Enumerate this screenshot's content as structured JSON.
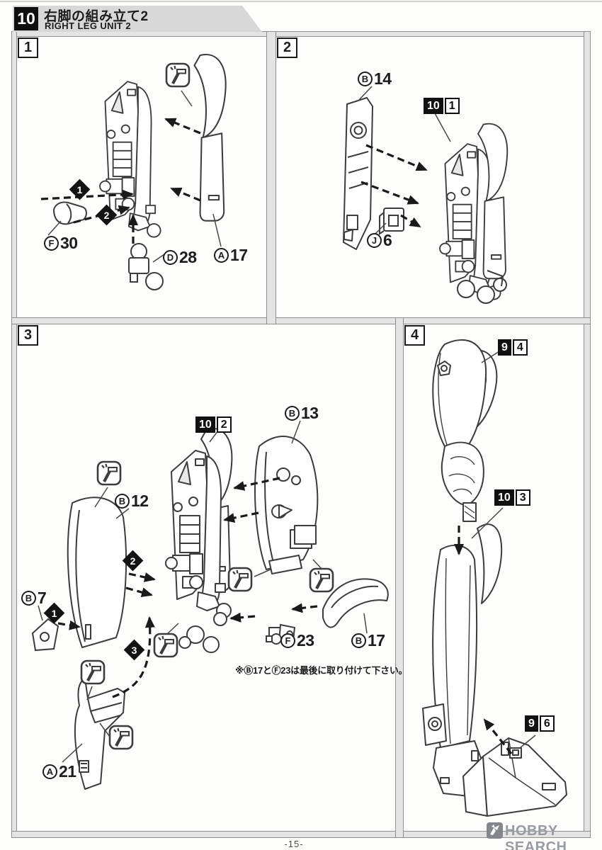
{
  "header": {
    "step_no": "10",
    "title_jp": "右脚の組み立て2",
    "title_en": "RIGHT LEG UNIT 2"
  },
  "panels": [
    {
      "no": "1",
      "parts": [
        {
          "letter": "F",
          "num": "30"
        },
        {
          "letter": "D",
          "num": "28"
        },
        {
          "letter": "A",
          "num": "17"
        }
      ],
      "markers": [
        "1",
        "2"
      ]
    },
    {
      "no": "2",
      "badge": {
        "step": "10",
        "sub": "1"
      },
      "parts": [
        {
          "letter": "B",
          "num": "14"
        },
        {
          "letter": "J",
          "num": "6"
        }
      ]
    },
    {
      "no": "3",
      "badge": {
        "step": "10",
        "sub": "2"
      },
      "parts": [
        {
          "letter": "B",
          "num": "13"
        },
        {
          "letter": "B",
          "num": "12"
        },
        {
          "letter": "B",
          "num": "7"
        },
        {
          "letter": "F",
          "num": "23"
        },
        {
          "letter": "B",
          "num": "17"
        },
        {
          "letter": "A",
          "num": "21"
        }
      ],
      "markers": [
        "1",
        "2",
        "3"
      ],
      "note": "※Ⓑ17とⒻ23は最後に取り付けて下さい。"
    },
    {
      "no": "4",
      "badges": [
        {
          "step": "9",
          "sub": "4"
        },
        {
          "step": "10",
          "sub": "3"
        },
        {
          "step": "9",
          "sub": "6"
        }
      ]
    }
  ],
  "icons": {
    "cement": "cement-icon",
    "logo": "hobby-search-logo"
  },
  "colors": {
    "line": "#3c3c3c",
    "gutter": "#e4e4e4",
    "badge_black": "#111111",
    "header_gray": "#d8d8d8"
  },
  "footer": {
    "page": "-15-",
    "watermark": "HOBBY SEARCH"
  }
}
